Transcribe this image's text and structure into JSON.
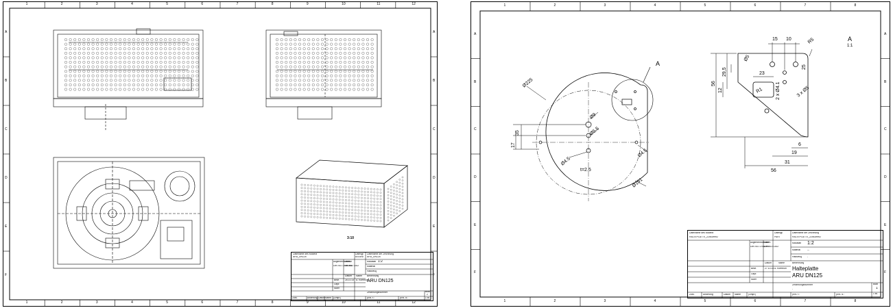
{
  "left_sheet": {
    "grid_cols": [
      "1",
      "2",
      "3",
      "4",
      "5",
      "6",
      "7",
      "8",
      "9",
      "10",
      "11",
      "12"
    ],
    "grid_rows": [
      "A",
      "B",
      "C",
      "D",
      "E",
      "F"
    ],
    "iso_scale": "3:10",
    "title_block": {
      "model_file_label": "Dateiname des Modells",
      "model_file": "ARU_DN125",
      "doc_type_label": "Dateityp",
      "doc_type": "ASSEM",
      "drawing_file_label": "Dateiname der Zeichnung",
      "drawing_file": "ARU_DN125",
      "general_tol_label": "Allgemeintoleranz",
      "general_tol": "DIN ISO 2768-m/k",
      "surface_label": "Oberfl.",
      "surface": "DIN ISO 1302",
      "scale_label": "Maßstab",
      "scale": "1:2",
      "material_label": "Material",
      "material": "",
      "weight_label": "Halbzeug",
      "weight": "",
      "designation_label": "Benennung",
      "date_label": "Datum",
      "name_label": "Name",
      "drawn_label": "Bear.",
      "drawn_date": "28.10.14",
      "drawn_name": "A. Koerbluh",
      "checked_label": "Gepr.",
      "norm_label": "Norm",
      "title": "ARÜ DN125",
      "drawing_no_label": "Zeichnungsnummer",
      "sheet_label": "Blatt",
      "sheet": "2",
      "sheets": "1 Bl.",
      "rev_headers": [
        "Zust.",
        "Änderung",
        "Datum",
        "Name",
        "(Urspr.)"
      ],
      "repl_label": "(Ers. f.:",
      "repl_by_label": "(Ers. d.:"
    }
  },
  "right_sheet": {
    "grid_cols": [
      "1",
      "2",
      "3",
      "4",
      "5",
      "6",
      "7",
      "8"
    ],
    "grid_rows": [
      "A",
      "B",
      "C",
      "D",
      "E",
      "F"
    ],
    "detail_label": "A",
    "detail_title": "A",
    "detail_scale": "1:1",
    "dims": {
      "d225": "Ø225",
      "d9": "Ø9",
      "d55": "Ø5.5",
      "d45a": "Ø4.5",
      "d45b": "Ø4.5",
      "d191": "Ø191",
      "t": "t=2.5",
      "v35": "35",
      "v17": "17",
      "h15": "15",
      "h10": "10",
      "r5": "R5",
      "v29_5": "29,5",
      "v25": "25",
      "v56": "56",
      "v12": "12",
      "h23": "23",
      "r1": "R1",
      "holes2": "2 x Ø4.1",
      "holes3": "3 x Ø5",
      "d5": "Ø5",
      "h6": "6",
      "h19": "19",
      "h31": "31",
      "h56": "56"
    },
    "title_block": {
      "model_file_label": "Dateiname des Modells",
      "model_file": "HALTEPLATTE_225x2mm2",
      "doc_type_label": "Dateityp",
      "doc_type": "PART",
      "drawing_file_label": "Dateiname der Zeichnung",
      "drawing_file": "HALTEPLATTE_225x2mm2",
      "general_tol_label": "Allgemeintoleranz",
      "general_tol": "DIN ISO 2768-m/k",
      "surface_label": "Oberfl.",
      "surface": "DIN ISO 1302",
      "scale_label": "Maßstab",
      "scale": "1:2",
      "material_label": "Material",
      "material": "---",
      "semi_label": "Halbzeug",
      "semi": "-",
      "designation_label": "Benennung",
      "date_label": "Datum",
      "name_label": "Name",
      "drawn_label": "Bear.",
      "drawn_date": "27.10.14",
      "drawn_name": "A. Koerbluh",
      "checked_label": "Gepr.",
      "norm_label": "Norm",
      "title_line1": "Halteplatte",
      "title_line2": "ARÜ DN125",
      "drawing_no_label": "Zeichnungsnummer",
      "drawing_no": "-",
      "sheet_label": "Blatt",
      "sheet": "1",
      "sheets": "1 Bl.",
      "rev_headers": [
        "Zust.",
        "Änderung",
        "Datum",
        "Name",
        "(Urspr.)"
      ],
      "repl_label": "(Ers. f.:",
      "repl_by_label": "(Ers. d.:"
    }
  }
}
